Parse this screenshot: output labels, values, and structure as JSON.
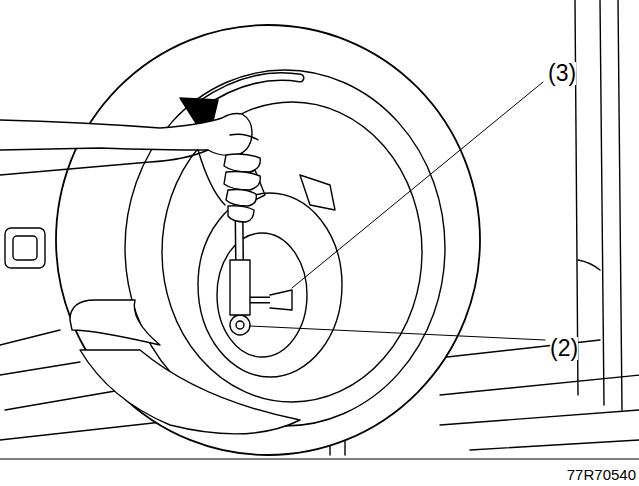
{
  "diagram": {
    "labels": [
      "(3)",
      "(2)",
      "77R70540"
    ]
  }
}
